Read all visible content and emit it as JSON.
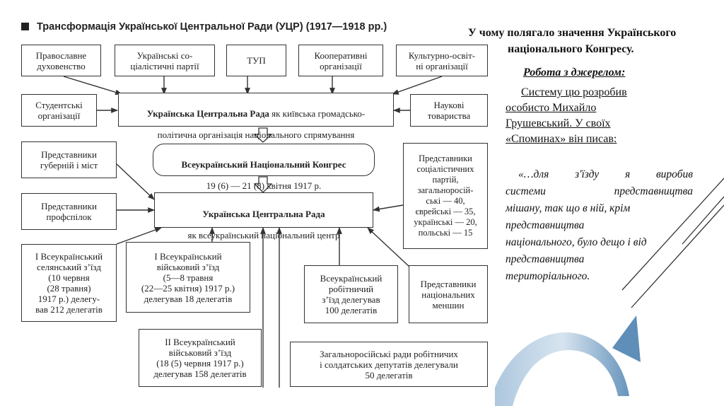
{
  "diagram": {
    "title": "Трансформація Української Центральної Ради (УЦР) (1917—1918 рр.)",
    "top_row": [
      "Православне\nдуховенство",
      "Українські со-\nціалістичні партії",
      "ТУП",
      "Кооперативні\nорганізації",
      "Культурно-освіт-\nні організації"
    ],
    "students": "Студентські\nорганізації",
    "scientific": "Наукові\nтовариства",
    "ucr_kyiv": {
      "name": "Українська Центральна Рада",
      "rest_line1": " як київська громадсько-",
      "line2": "політична організація національного спрямування"
    },
    "congress": {
      "line1": "Всеукраїнський Національний Конгрес",
      "line2": "19 (6) — 21 (8) квітня 1917 р."
    },
    "provinces": "Представники\nгуберній і міст",
    "trade_unions": "Представники\nпрофспілок",
    "socialist_parties": "Представники\nсоціалістичних\nпартій,\nзагальноросій-\nські — 40,\nєврейські — 35,\nукраїнські — 20,\nпольські — 15",
    "ucr_national": {
      "line1": "Українська Центральна Рада",
      "line2": "як всеукраїнський національний центр"
    },
    "peasant_congress": "I Всеукраїнський\nселянський з’їзд\n(10 червня\n(28 травня)\n1917 р.) делегу-\nвав  212 делегатів",
    "military_1": "I Всеукраїнський\nвійськовий з’їзд\n(5—8 травня\n(22—25 квітня) 1917 р.)\nделегував  18 делегатів",
    "workers_congress": "Всеукраїнський\nробітничий\nз’їзд делегував\n100 делегатів",
    "minorities": "Представники\nнаціональних\nменшин",
    "military_2": "II Всеукраїнський\nвійськовий з’їзд\n(18 (5) червня 1917 р.)\nделегував  158 делегатів",
    "soviets": "Загальноросійські ради робітничих\nі солдатських депутатів делегували\n50 делегатів"
  },
  "right_panel": {
    "question_line1": "У чому полягало значення Українського",
    "question_line2": "національного Конгресу.",
    "source_heading": "Робота з джерелом:",
    "intro_lines": [
      "Систему цю розробив",
      "особисто Михайло",
      "Грушевський. У своїх",
      "«Споминах» він писав:"
    ],
    "quote_lines": [
      [
        "«…для",
        "з'їзду",
        "я",
        "виробив"
      ],
      [
        "системи",
        "представництва"
      ],
      [
        "мішану, так що в ній, крім"
      ],
      [
        "представництва"
      ],
      [
        "національного, було дещо і від"
      ],
      [
        "представництва"
      ],
      [
        "територіального."
      ]
    ]
  },
  "colors": {
    "arrow_blue_light": "#b7cfe3",
    "arrow_blue_dark": "#5f8fb8",
    "line_dark": "#222222"
  }
}
